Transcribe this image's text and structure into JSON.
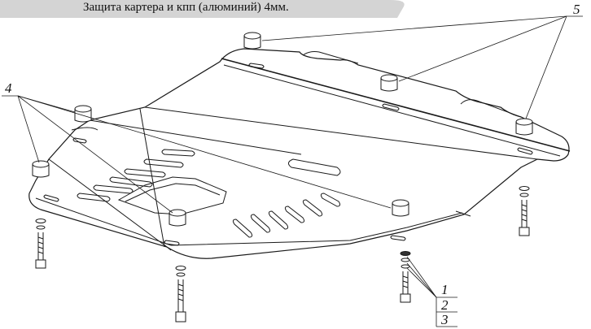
{
  "title": "Защита картера и кпп (алюминий) 4мм.",
  "callouts": {
    "c1": "1",
    "c2": "2",
    "c3": "3",
    "c4": "4",
    "c5": "5"
  }
}
